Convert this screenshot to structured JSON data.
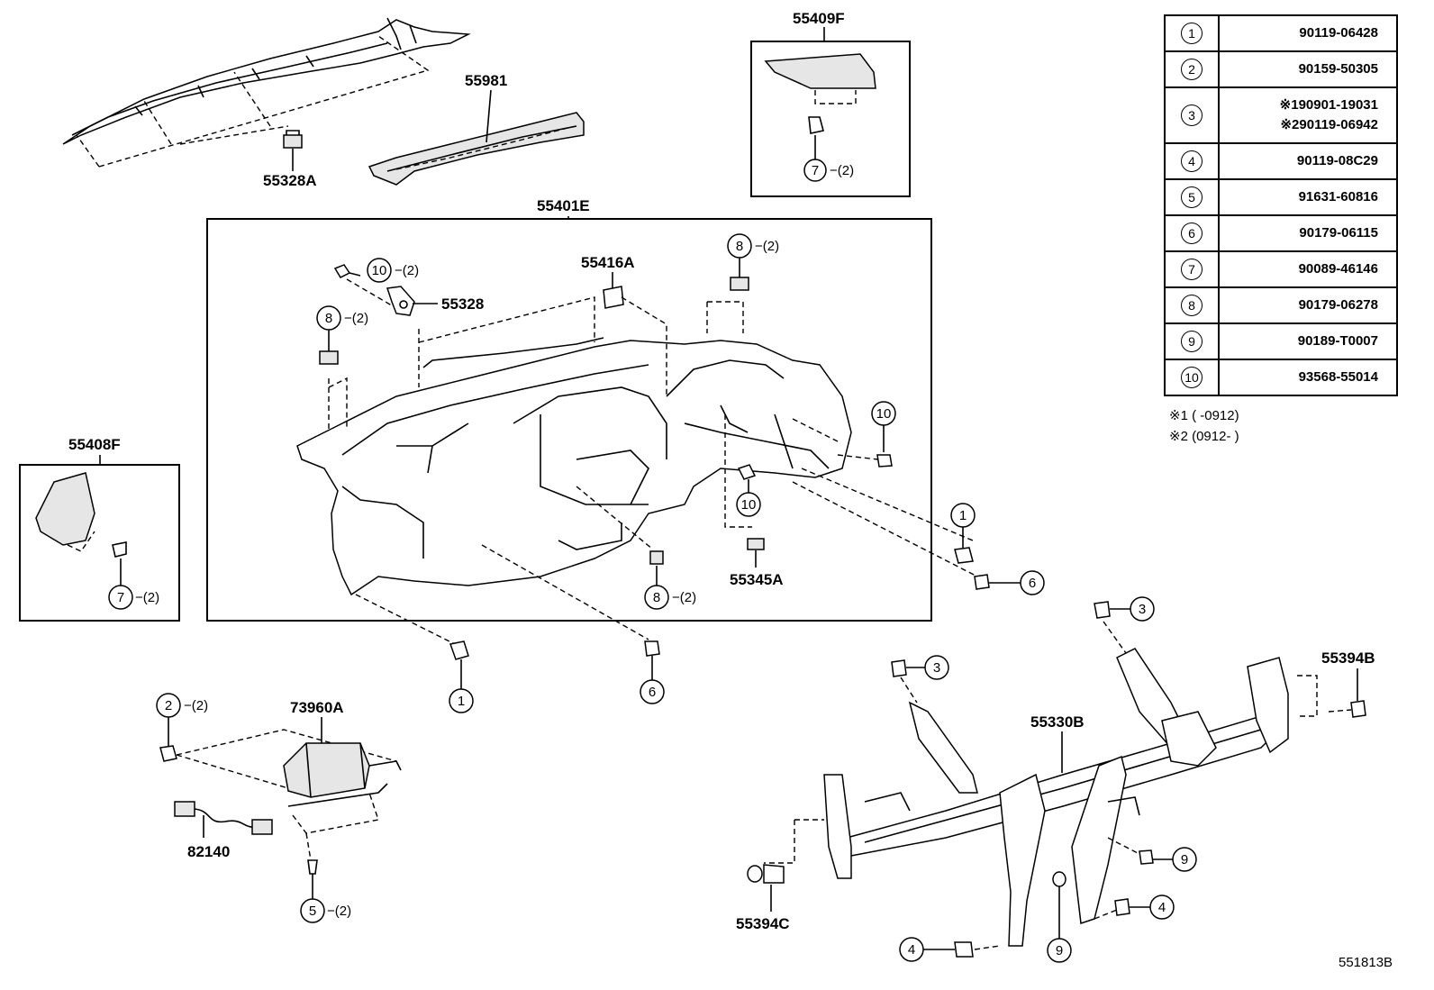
{
  "parts": {
    "p55328A": "55328A",
    "p55981": "55981",
    "p55409F": "55409F",
    "p55401E": "55401E",
    "p55416A": "55416A",
    "p55328": "55328",
    "p55408F": "55408F",
    "p55345A": "55345A",
    "p73960A": "73960A",
    "p82140": "82140",
    "p55330B": "55330B",
    "p55394B": "55394B",
    "p55394C": "55394C"
  },
  "callouts": {
    "c1": "1",
    "c2": "2",
    "c3": "3",
    "c4": "4",
    "c5": "5",
    "c6": "6",
    "c7": "7",
    "c8": "8",
    "c9": "9",
    "c10": "10"
  },
  "qty": {
    "two": "−(2)"
  },
  "ref_table": [
    {
      "index": "1",
      "values": [
        "90119-06428"
      ]
    },
    {
      "index": "2",
      "values": [
        "90159-50305"
      ]
    },
    {
      "index": "3",
      "values": [
        "※190901-19031",
        "※290119-06942"
      ]
    },
    {
      "index": "4",
      "values": [
        "90119-08C29"
      ]
    },
    {
      "index": "5",
      "values": [
        "91631-60816"
      ]
    },
    {
      "index": "6",
      "values": [
        "90179-06115"
      ]
    },
    {
      "index": "7",
      "values": [
        "90089-46146"
      ]
    },
    {
      "index": "8",
      "values": [
        "90179-06278"
      ]
    },
    {
      "index": "9",
      "values": [
        "90189-T0007"
      ]
    },
    {
      "index": "10",
      "values": [
        "93568-55014"
      ]
    }
  ],
  "notes": [
    "※1 (     -0912)",
    "※2 (0912-     )"
  ],
  "diagram_code": "551813B"
}
